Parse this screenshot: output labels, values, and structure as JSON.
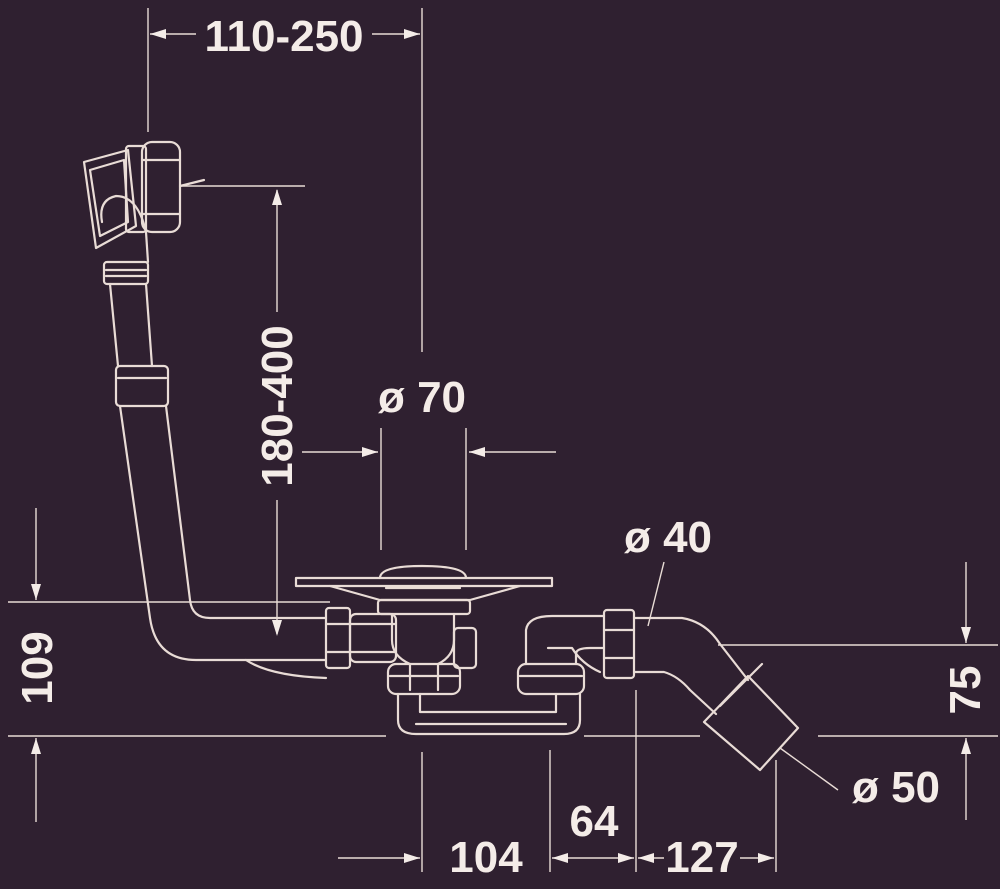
{
  "drawing": {
    "colors": {
      "background": "#2f2030",
      "lines": "#e9dcd6",
      "text": "#f4ece8"
    },
    "dimensions": {
      "overflow_spacing": "110-250",
      "overflow_height": "180-400",
      "drain_diameter": "ø 70",
      "pipe_diameter_40": "ø 40",
      "pipe_diameter_50": "ø 50",
      "height_109": "109",
      "height_75": "75",
      "offset_104": "104",
      "offset_64": "64",
      "offset_127": "127"
    }
  }
}
